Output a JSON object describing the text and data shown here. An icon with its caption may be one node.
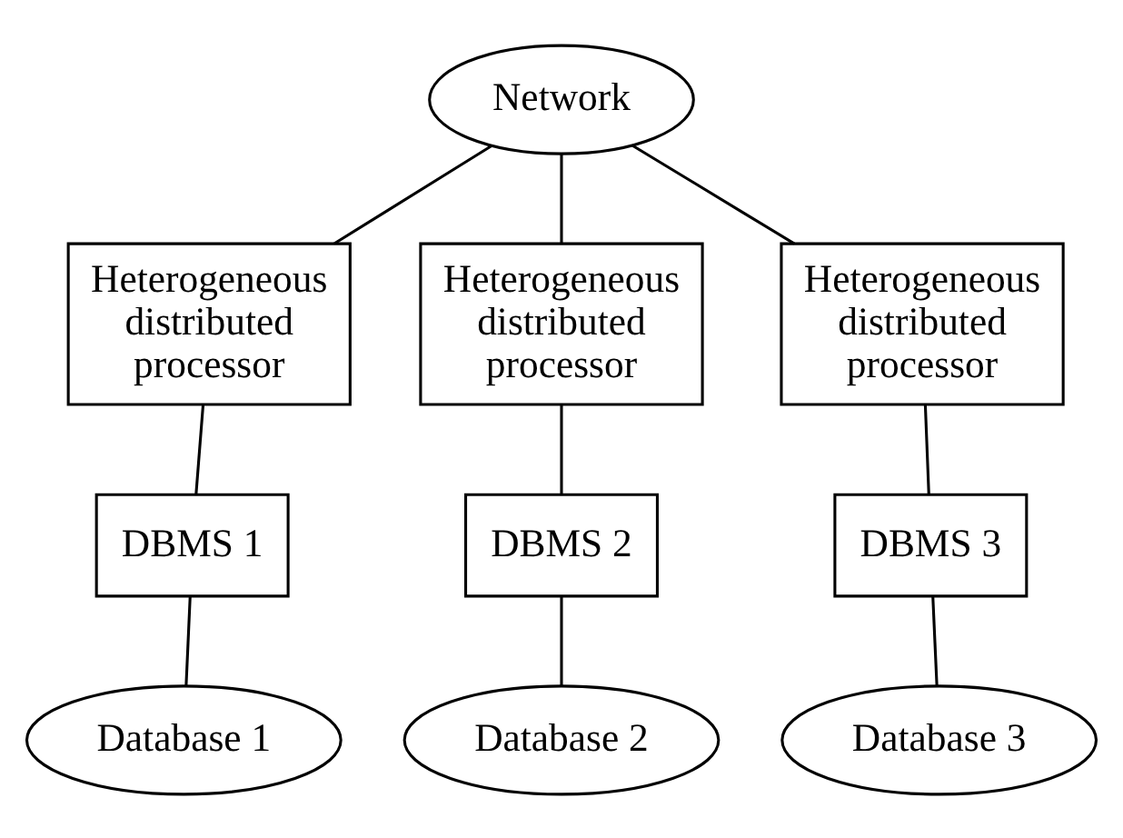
{
  "diagram": {
    "nodes": [
      {
        "text": [
          "Network"
        ]
      },
      {
        "text": [
          "Heterogeneous distributed processor"
        ]
      },
      {
        "text": [
          "Heterogeneous distributed processor"
        ]
      },
      {
        "text": [
          "Heterogeneous distributed processor"
        ]
      },
      {
        "text": [
          "DBMS 1"
        ]
      },
      {
        "text": [
          "DBMS 2"
        ]
      },
      {
        "text": [
          "DBMS 3"
        ]
      },
      {
        "text": [
          "Database 1"
        ]
      },
      {
        "text": [
          "Database 2"
        ]
      },
      {
        "text": [
          "Database 3"
        ]
      }
    ],
    "edges": [
      {
        "from": 0,
        "to": 1,
        "arrow": "none"
      },
      {
        "from": 0,
        "to": 2,
        "arrow": "none"
      },
      {
        "from": 0,
        "to": 3,
        "arrow": "none"
      },
      {
        "from": 1,
        "to": 4,
        "arrow": "none"
      },
      {
        "from": 2,
        "to": 5,
        "arrow": "none"
      },
      {
        "from": 3,
        "to": 6,
        "arrow": "none"
      },
      {
        "from": 4,
        "to": 7,
        "arrow": "none"
      },
      {
        "from": 5,
        "to": 8,
        "arrow": "none"
      },
      {
        "from": 6,
        "to": 9,
        "arrow": "none"
      }
    ]
  }
}
